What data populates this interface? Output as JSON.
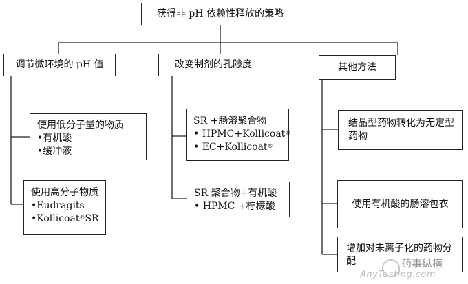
{
  "root": {
    "label": "获得非 pH 依赖性释放的策略"
  },
  "branches": [
    {
      "title": "调节微环境的 pH 值",
      "children": [
        {
          "heading": "使用低分子量的物质",
          "items": [
            "•有机酸",
            "•缓冲液"
          ]
        },
        {
          "heading": "使用高分子物质",
          "items": [
            "•Eudragits",
            "Kollicoat",
            "SR"
          ],
          "sup": "®"
        }
      ]
    },
    {
      "title": "改变制剂的孔隙度",
      "children": [
        {
          "heading": "SR +肠溶聚合物",
          "items": [
            "• HPMC+Kollicoat",
            "• EC+Kollicoat"
          ],
          "sup": "®"
        },
        {
          "heading": "SR 聚合物+有机酸",
          "items": [
            "• HPMC +柠檬酸"
          ]
        }
      ]
    },
    {
      "title": "其他方法",
      "children": [
        {
          "heading": "结晶型药物转化为无定型药物"
        },
        {
          "heading": "使用有机酸的肠溶包衣"
        },
        {
          "heading": "增加对未离子化的药物分配"
        }
      ]
    }
  ],
  "watermark": {
    "brand": "药事纵横",
    "url": "AnyTesting.com"
  }
}
